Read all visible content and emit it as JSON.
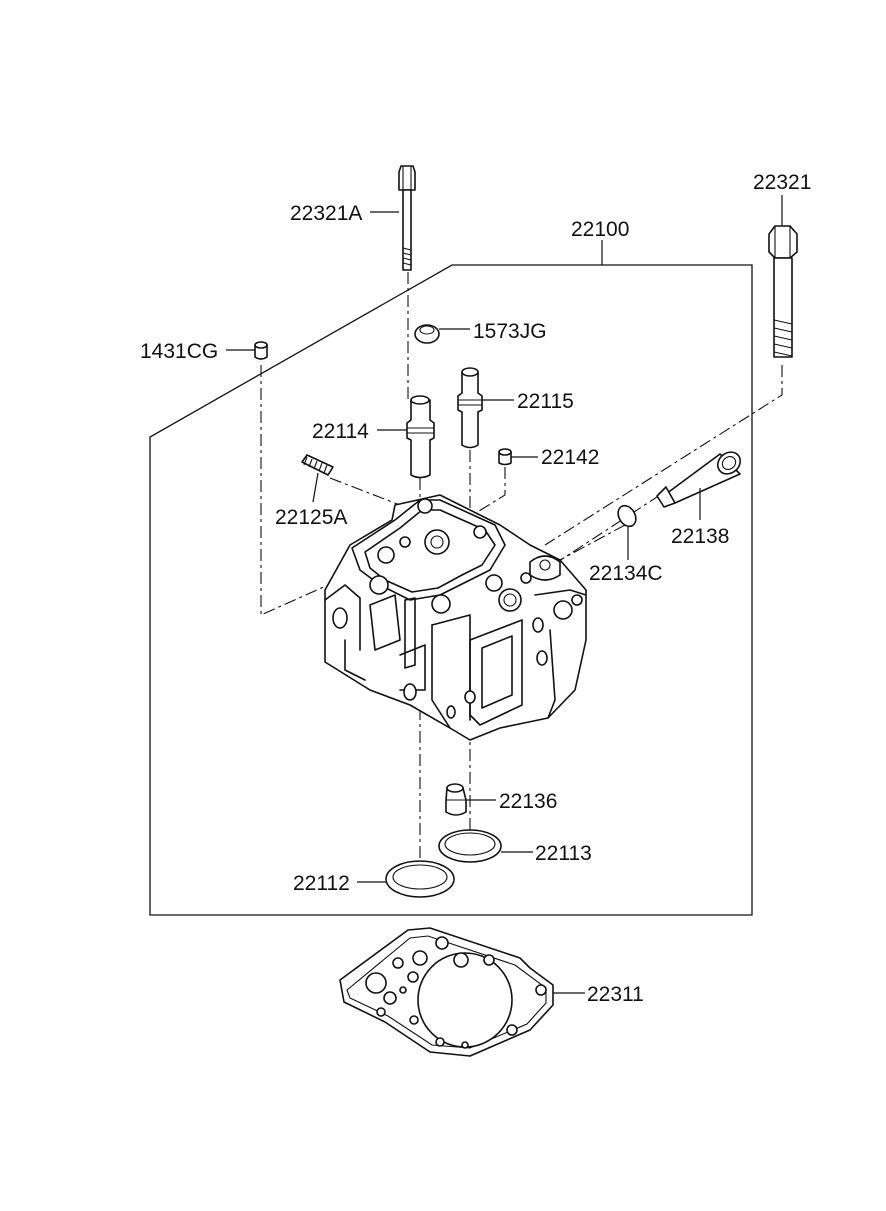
{
  "parts": {
    "p22321A": "22321A",
    "p22321": "22321",
    "p22100": "22100",
    "p1573JG": "1573JG",
    "p1431CG": "1431CG",
    "p22115": "22115",
    "p22114": "22114",
    "p22142": "22142",
    "p22125A": "22125A",
    "p22138": "22138",
    "p22134C": "22134C",
    "p22136": "22136",
    "p22113": "22113",
    "p22112": "22112",
    "p22311": "22311"
  }
}
